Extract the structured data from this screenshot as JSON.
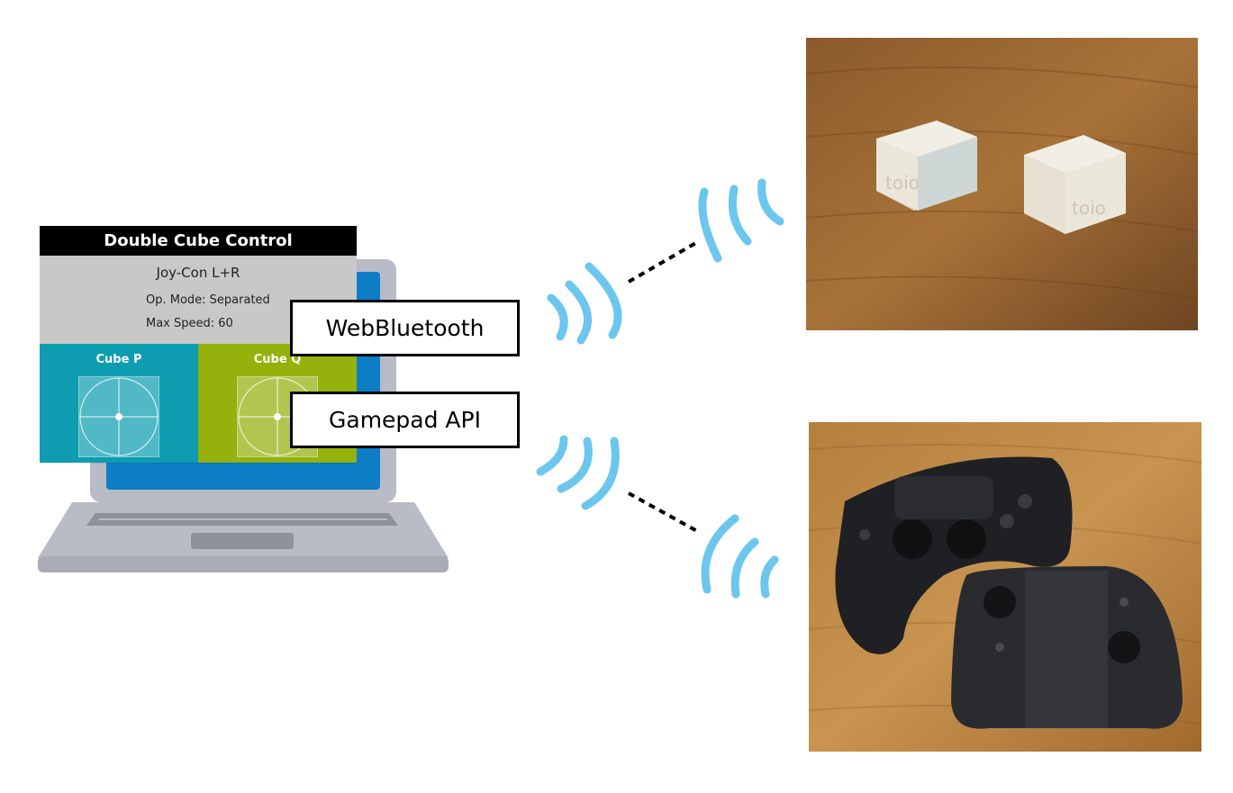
{
  "app": {
    "title": "Double Cube Control",
    "controller": "Joy-Con L+R",
    "op_mode": "Op. Mode: Separated",
    "max_speed": "Max Speed: 60",
    "cube_p_label": "Cube P",
    "cube_q_label": "Cube Q",
    "cube_p_color": "#0e9db0",
    "cube_q_color": "#94b10c"
  },
  "apis": {
    "webbluetooth": "WebBluetooth",
    "gamepad": "Gamepad API"
  },
  "photos": {
    "cube_logo_text": "toio"
  },
  "colors": {
    "wave": "#6cc6ee",
    "laptop_body": "#b9bbc6",
    "screen": "#0d7dc5"
  }
}
